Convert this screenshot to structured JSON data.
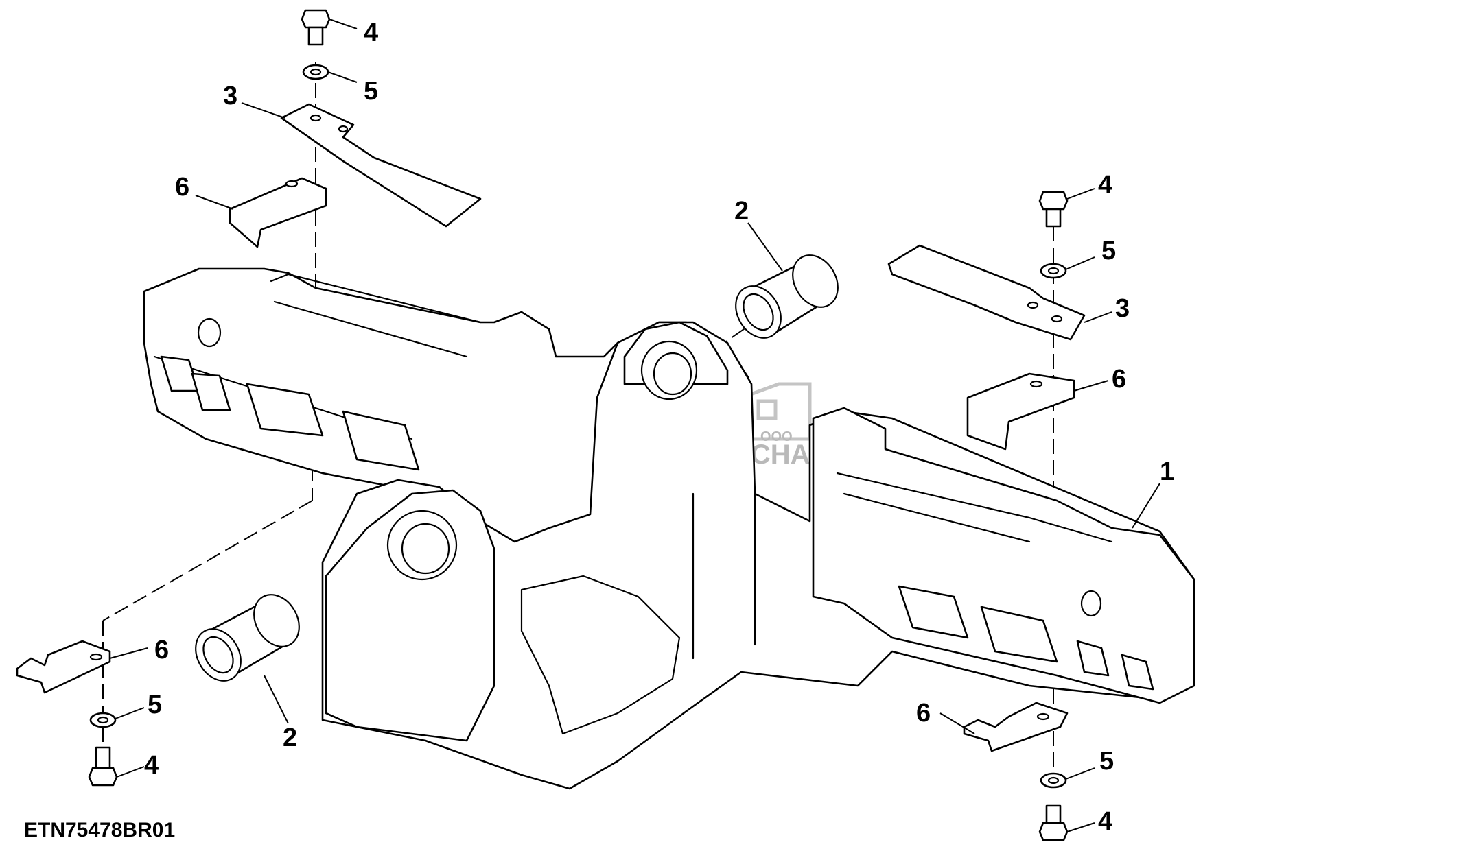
{
  "figure_id": "ETN75478BR01",
  "watermark": {
    "small": "ООО",
    "name": "АГРОСНАБ"
  },
  "callouts": {
    "frame": "1",
    "bushing_top": "2",
    "bushing_bottom": "2",
    "bolt_top_left": "4",
    "washer_top_left": "5",
    "strap_top_left": "3",
    "clip_top_left": "6",
    "bolt_top_right": "4",
    "washer_top_right": "5",
    "strap_right": "3",
    "clip_right": "6",
    "clip_bottom_left": "6",
    "washer_bottom_left": "5",
    "bolt_bottom_left": "4",
    "clip_bottom_right": "6",
    "washer_bottom_right": "5",
    "bolt_bottom_right": "4"
  }
}
